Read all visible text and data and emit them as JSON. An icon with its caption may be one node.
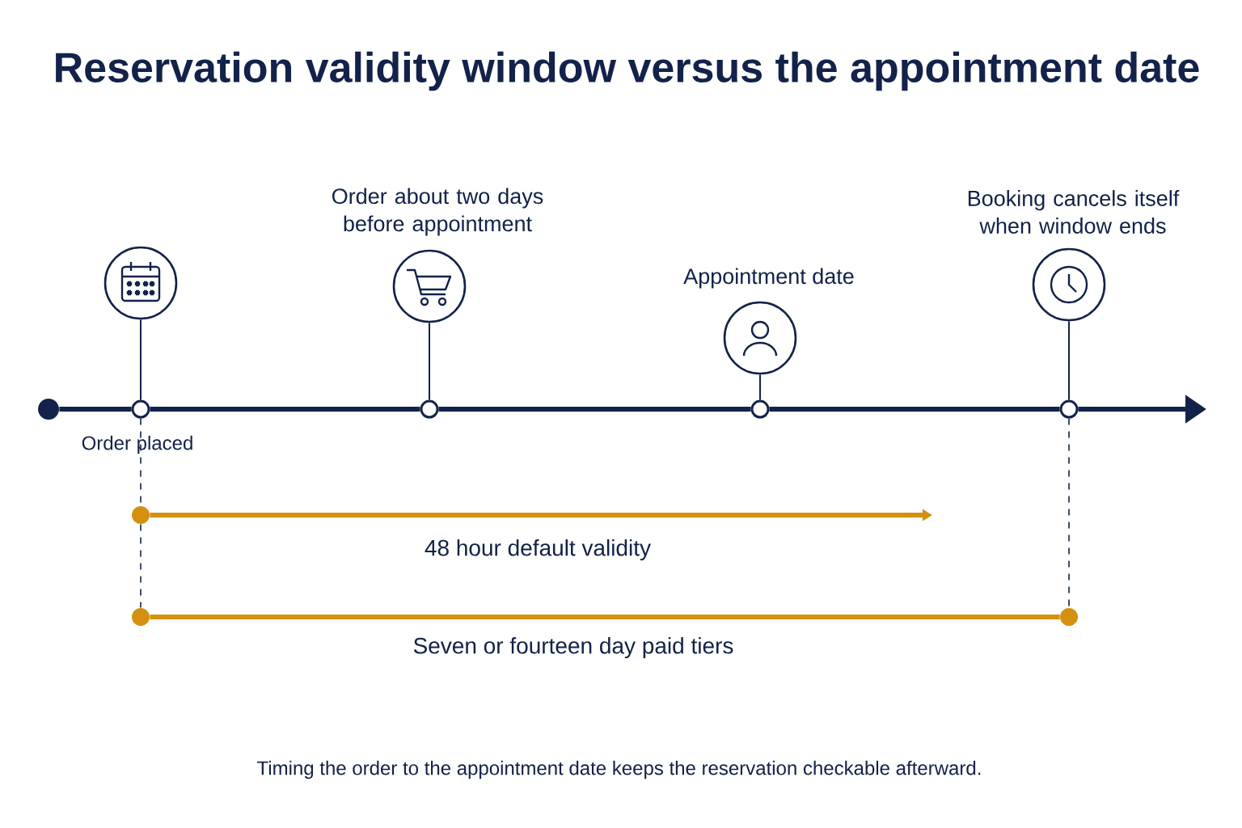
{
  "diagram": {
    "title": "Reservation validity window versus the appointment date",
    "caption": "Timing the order to the appointment date keeps the reservation checkable afterward.",
    "nodes": [
      {
        "text": [],
        "shape": "circle"
      },
      {
        "text": [],
        "shape": "circle",
        "beside": [
          "Order placed"
        ]
      },
      {
        "text": [],
        "shape": "circle"
      },
      {
        "text": [],
        "shape": "circle"
      },
      {
        "text": [],
        "shape": "circle"
      },
      {
        "text": [],
        "shape": "circle"
      },
      {
        "text": [],
        "shape": "circle",
        "beside": [
          "Order about two days before appointment"
        ]
      },
      {
        "text": [],
        "shape": "circle",
        "beside": [
          "Appointment date"
        ]
      },
      {
        "text": [],
        "shape": "circle",
        "beside": [
          "Booking cancels itself when window ends"
        ]
      },
      {
        "text": [],
        "shape": "circle"
      },
      {
        "text": [],
        "shape": "circle"
      },
      {
        "text": [],
        "shape": "circle"
      }
    ],
    "edges": [
      {
        "from": 0,
        "to": 1,
        "arrow": "none",
        "style": "thick"
      },
      {
        "from": 1,
        "to": 2,
        "arrow": "none",
        "style": "thick"
      },
      {
        "from": 2,
        "to": 3,
        "arrow": "none",
        "style": "thick"
      },
      {
        "from": 3,
        "to": 4,
        "arrow": "none",
        "style": "thick"
      },
      {
        "from": 4,
        "to": null,
        "arrow": "to",
        "style": "thick"
      },
      {
        "from": 5,
        "to": 1,
        "arrow": "none"
      },
      {
        "from": 6,
        "to": 2,
        "arrow": "none"
      },
      {
        "from": 7,
        "to": 3,
        "arrow": "none"
      },
      {
        "from": 8,
        "to": 4,
        "arrow": "none"
      },
      {
        "from": 9,
        "to": null,
        "arrow": "to",
        "label": "48 hour default validity",
        "style": "thick",
        "color": "#d4900f"
      },
      {
        "from": 10,
        "to": 11,
        "arrow": "none",
        "label": "Seven or fourteen day paid tiers",
        "style": "thick",
        "color": "#d4900f"
      },
      {
        "from": 1,
        "to": 9,
        "arrow": "none",
        "style": "dashed"
      },
      {
        "from": 9,
        "to": 10,
        "arrow": "none",
        "style": "dashed"
      },
      {
        "from": 4,
        "to": 11,
        "arrow": "none",
        "style": "dashed"
      }
    ]
  }
}
